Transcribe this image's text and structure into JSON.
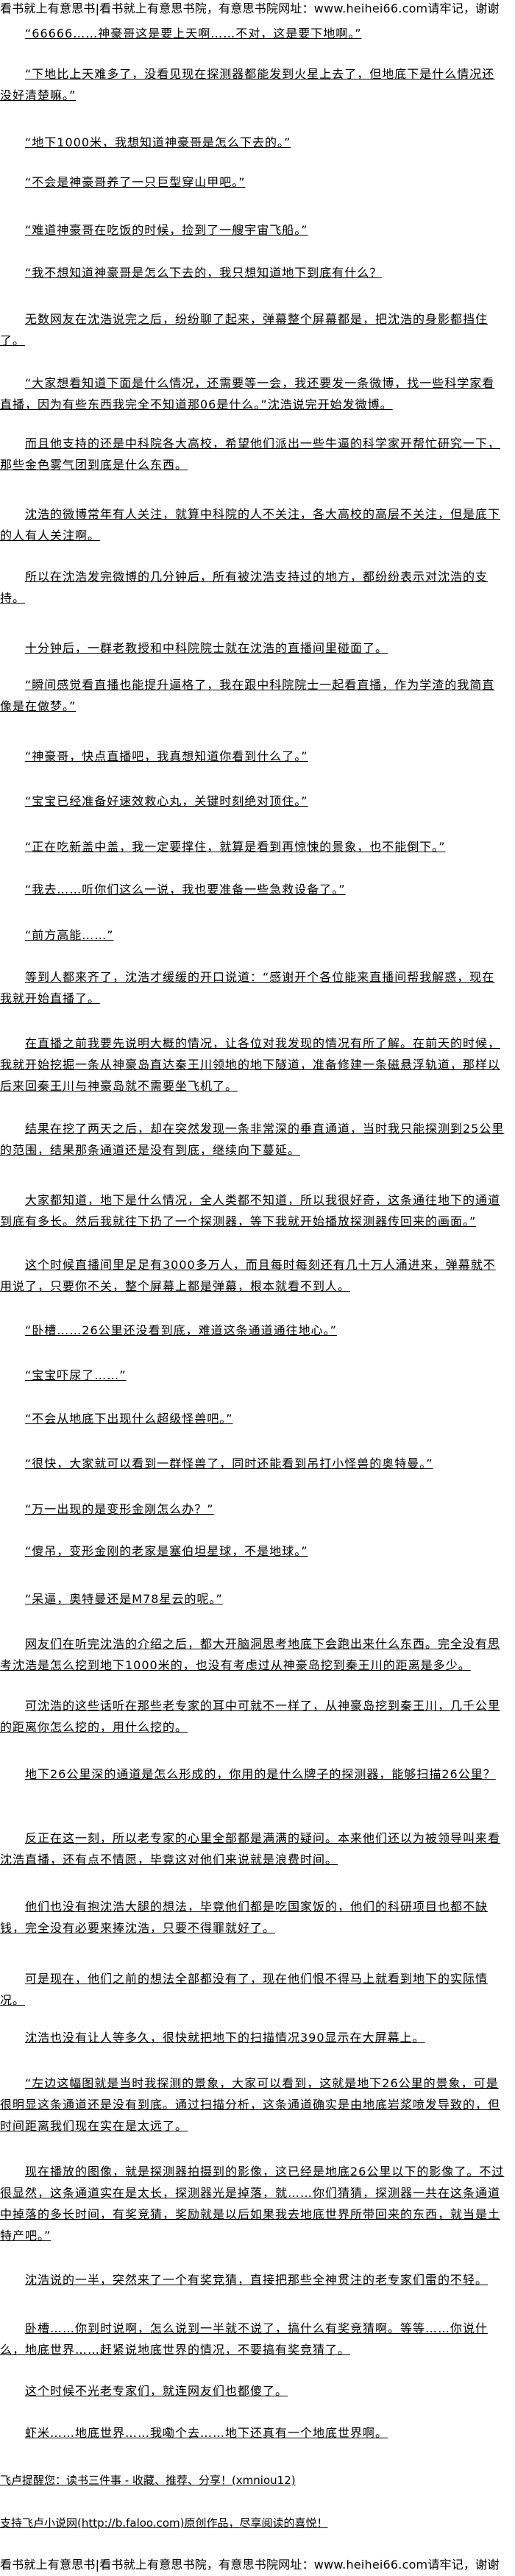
{
  "site_banner": "看书就上有意思书|看书就上有意思书院，有意思书院网址：www.heihei66.com请牢记，谢谢",
  "paragraphs": [
    "“66666……神豪哥这是要上天啊……不对，这是要下地啊。”",
    "“下地比上天难多了，没看见现在探测器都能发到火星上去了，但地底下是什么情况还没好清楚嘛。”",
    "“地下1000米，我想知道神豪哥是怎么下去的。”",
    "“不会是神豪哥养了一只巨型穿山甲吧。”",
    "“难道神豪哥在吃饭的时候，捡到了一艘宇宙飞船。”",
    "“我不想知道神豪哥是怎么下去的，我只想知道地下到底有什么？",
    "无数网友在沈浩说完之后，纷纷聊了起来，弹幕整个屏幕都是，把沈浩的身影都挡住了。",
    "“大家想看知道下面是什么情况，还需要等一会，我还要发一条微博，找一些科学家看直播，因为有些东西我完全不知道那06是什么。”沈浩说完开始发微博。",
    "而且他支持的还是中科院各大高校，希望他们派出一些牛逼的科学家开帮忙研究一下，那些金色雾气团到底是什么东西。",
    "沈浩的微博常年有人关注，就算中科院的人不关注，各大高校的高层不关注，但是底下的人有人关注啊。",
    "所以在沈浩发完微博的几分钟后，所有被沈浩支持过的地方，都纷纷表示对沈浩的支持。",
    "十分钟后，一群老教授和中科院院士就在沈浩的直播间里碰面了。",
    "“瞬间感觉看直播也能提升逼格了，我在跟中科院院士一起看直播，作为学渣的我简直像是在做梦。”",
    "“神豪哥，快点直播吧，我真想知道你看到什么了。”",
    "“宝宝已经准备好速效救心丸，关键时刻绝对顶住。”",
    "“正在吃新盖中盖，我一定要撑住，就算是看到再惊悚的景象，也不能倒下。”",
    "“我去……听你们这么一说，我也要准备一些急救设备了。”",
    "“前方高能……”",
    "等到人都来齐了，沈浩才缓缓的开口说道：“感谢开个各位能来直播间帮我解惑，现在我就开始直播了。",
    "在直播之前我要先说明大概的情况，让各位对我发现的情况有所了解。在前天的时候，我就开始挖掘一条从神豪岛直达秦王川领地的地下隧道，准备修建一条磁悬浮轨道，那样以后来回秦王川与神豪岛就不需要坐飞机了。",
    "结果在挖了两天之后，却在突然发现一条非常深的垂直通道，当时我只能探测到25公里的范围，结果那条通道还是没有到底，继续向下蔓延。",
    "大家都知道，地下是什么情况，全人类都不知道，所以我很好奇，这条通往地下的通道到底有多长。然后我就往下扔了一个探测器，等下我就开始播放探测器传回来的画面。”",
    "这个时候直播间里足足有3000多万人，而且每时每刻还有几十万人涌进来，弹幕就不用说了，只要你不关，整个屏幕上都是弹幕，根本就看不到人。",
    "“卧槽……26公里还没看到底，难道这条通道通往地心。”",
    "“宝宝吓尿了……”",
    "“不会从地底下出现什么超级怪兽吧。”",
    "“很快，大家就可以看到一群怪兽了，同时还能看到吊打小怪兽的奥特曼。”",
    "“万一出现的是变形金刚怎么办？”",
    "“傻吊，变形金刚的老家是塞伯坦星球，不是地球。”",
    "“呆逼，奥特曼还是M78星云的呢。”",
    "网友们在听完沈浩的介绍之后，都大开脑洞思考地底下会跑出来什么东西。完全没有思考沈浩是怎么挖到地下1000米的，也没有考虑过从神豪岛挖到秦王川的距离是多少。",
    "可沈浩的这些话听在那些老专家的耳中可就不一样了，从神豪岛挖到秦王川，几千公里的距离你怎么挖的，用什么挖的。",
    "地下26公里深的通道是怎么形成的，你用的是什么牌子的探测器，能够扫描26公里？",
    "反正在这一刻，所以老专家的心里全部都是满满的疑问。本来他们还以为被领导叫来看沈浩直播，还有点不情愿，毕竟这对他们来说就是浪费时间。",
    "他们也没有抱沈浩大腿的想法，毕竟他们都是吃国家饭的，他们的科研项目也都不缺钱，完全没有必要来捧沈浩，只要不得罪就好了。",
    "可是现在，他们之前的想法全部都没有了，现在他们恨不得马上就看到地下的实际情况。",
    "沈浩也没有让人等多久，很快就把地下的扫描情况390显示在大屏幕上。",
    "“左边这幅图就是当时我探测的景象，大家可以看到，这就是地下26公里的景象，可是很明显这条通道还是没有到底。通过扫描分析，这条通道确实是由地底岩浆喷发导致的，但时间距离我们现在实在是太远了。",
    "现在播放的图像，就是探测器拍摄到的影像，这已经是地底26公里以下的影像了。不过很显然，这条通道实在是太长，探测器光是掉落，就……你们猜猜，探测器一共在这条通道中掉落的多长时间，有奖竞猜，奖励就是以后如果我去地底世界所带回来的东西，就当是土特产吧。”",
    "沈浩说的一半，突然来了一个有奖竞猜，直接把那些全神贯注的老专家们雷的不轻。",
    "卧槽……你到时说啊，怎么说到一半就不说了，搞什么有奖竞猜啊。等等……你说什么，地底世界……赶紧说地底世界的情况，不要搞有奖竞猜了。",
    "这个时候不光老专家们，就连网友们也都傻了。",
    "虾米……地底世界……我嘞个去……地下还真有一个地底世界啊。"
  ],
  "footer": {
    "reminder": "飞卢提醒您：读书三件事 - 收藏、推荐、分享！(xmniou12)",
    "support": "支持飞卢小说网(http://b.faloo.com)原创作品，尽享阅读的喜悦！"
  }
}
